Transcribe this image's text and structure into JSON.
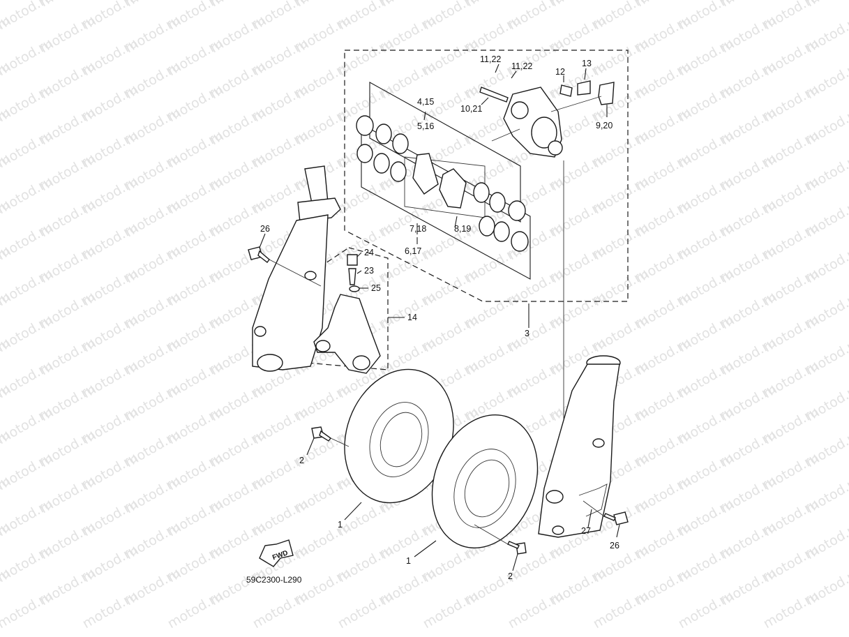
{
  "watermark": "motod.ru",
  "drawing_code": "59C2300-L290",
  "fwd_label": "FWD",
  "callouts": {
    "c_1a": "1",
    "c_1b": "1",
    "c_2a": "2",
    "c_2b": "2",
    "c_3": "3",
    "c_4_15": "4,15",
    "c_5_16": "5,16",
    "c_6_17": "6,17",
    "c_7_18": "7,18",
    "c_8_19": "8,19",
    "c_9_20": "9,20",
    "c_10_21": "10,21",
    "c_11_22a": "11,22",
    "c_11_22b": "11,22",
    "c_12": "12",
    "c_13": "13",
    "c_14": "14",
    "c_23": "23",
    "c_24": "24",
    "c_25": "25",
    "c_26a": "26",
    "c_26b": "26",
    "c_27": "27"
  }
}
